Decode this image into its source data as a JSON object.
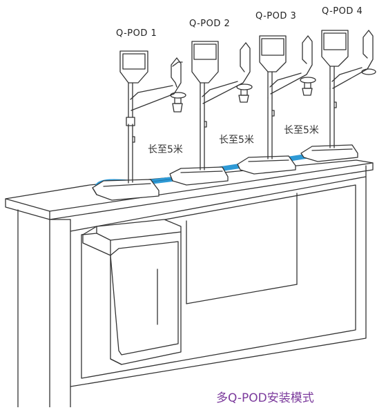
{
  "pods": [
    {
      "label": "Q-POD 1"
    },
    {
      "label": "Q-POD 2"
    },
    {
      "label": "Q-POD 3"
    },
    {
      "label": "Q-POD 4"
    }
  ],
  "cable_labels": [
    "长至5米",
    "长至5米",
    "长至5米"
  ],
  "caption": "多Q-POD安装模式",
  "colors": {
    "cable": "#2e9ad6",
    "caption": "#7b3a9c",
    "line": "#333333"
  }
}
